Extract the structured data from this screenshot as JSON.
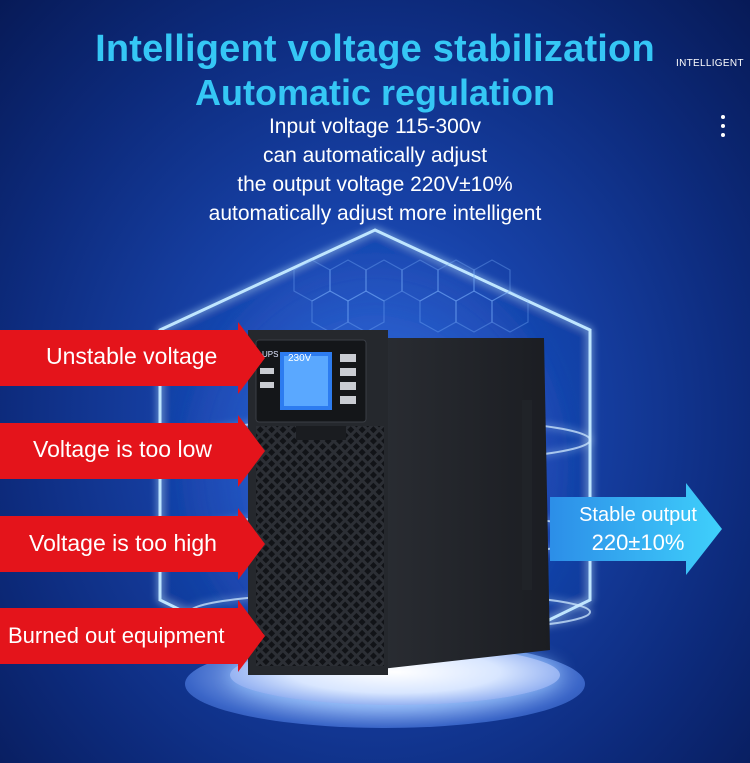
{
  "header": {
    "title_line1": "Intelligent voltage stabilization",
    "tag": "INTELLIGENT",
    "title_line2": "Automatic regulation"
  },
  "description": [
    "Input voltage 115-300v",
    "can automatically adjust",
    "the output voltage 220V±10%",
    "automatically adjust more intelligent"
  ],
  "device": {
    "brand": "UPS",
    "display": "230V"
  },
  "inputs": [
    {
      "label": "Unstable voltage"
    },
    {
      "label": "Voltage is too low"
    },
    {
      "label": "Voltage is too high"
    },
    {
      "label": "Burned out equipment"
    }
  ],
  "output": {
    "line1": "Stable output",
    "line2": "220±10%"
  },
  "colors": {
    "title": "#35c7f5",
    "input_arrow": "#e4141b",
    "output_arrow": "#29b8f2",
    "background": "#1742a8"
  },
  "icons": {
    "menu": "more-vert-icon"
  }
}
